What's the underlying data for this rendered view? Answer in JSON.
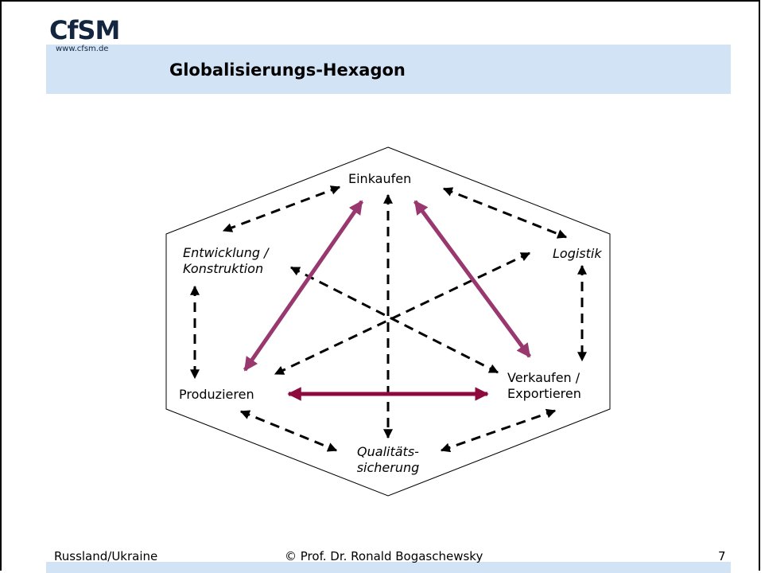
{
  "logo": {
    "text": "CfSM",
    "url": "www.cfsm.de"
  },
  "slide": {
    "title": "Globalisierungs-Hexagon"
  },
  "diagram": {
    "nodes": {
      "einkaufen": "Einkaufen",
      "entwicklung_line1": "Entwicklung /",
      "entwicklung_line2": "Konstruktion",
      "logistik": "Logistik",
      "produzieren": "Produzieren",
      "verkaufen_line1": "Verkaufen /",
      "verkaufen_line2": "Exportieren",
      "qualitaet_line1": "Qualitäts-",
      "qualitaet_line2": "sicherung"
    },
    "colors": {
      "primary_arrow": "#98386e",
      "horizontal_arrow": "#8e0a3e",
      "dashed_arrow": "#000000"
    }
  },
  "footer": {
    "left": "Russland/Ukraine",
    "center": "© Prof. Dr. Ronald Bogaschewsky",
    "page_number": "7"
  }
}
